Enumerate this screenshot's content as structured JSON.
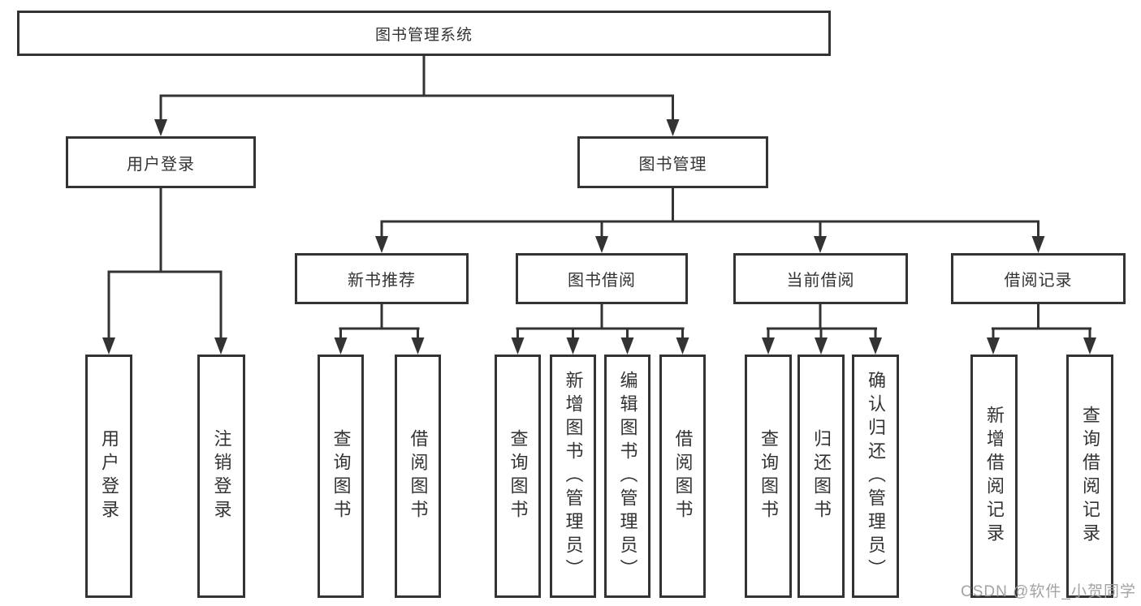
{
  "tree": {
    "label": "图书管理系统",
    "children": [
      {
        "label": "用户登录",
        "children": [
          {
            "label": "用户登录"
          },
          {
            "label": "注销登录"
          }
        ]
      },
      {
        "label": "图书管理",
        "children": [
          {
            "label": "新书推荐",
            "children": [
              {
                "label": "查询图书"
              },
              {
                "label": "借阅图书"
              }
            ]
          },
          {
            "label": "图书借阅",
            "children": [
              {
                "label": "查询图书"
              },
              {
                "label": "新增图书（管理员）"
              },
              {
                "label": "编辑图书（管理员）"
              },
              {
                "label": "借阅图书"
              }
            ]
          },
          {
            "label": "当前借阅",
            "children": [
              {
                "label": "查询图书"
              },
              {
                "label": "归还图书"
              },
              {
                "label": "确认归还（管理员）"
              }
            ]
          },
          {
            "label": "借阅记录",
            "children": [
              {
                "label": "新增借阅记录"
              },
              {
                "label": "查询借阅记录"
              }
            ]
          }
        ]
      }
    ]
  },
  "watermark": {
    "text": "CSDN @软件_小贺同学"
  },
  "colors": {
    "line": "#333333",
    "border": "#333333",
    "text": "#333333",
    "background": "#ffffff",
    "watermark": "#9e9e9e"
  }
}
